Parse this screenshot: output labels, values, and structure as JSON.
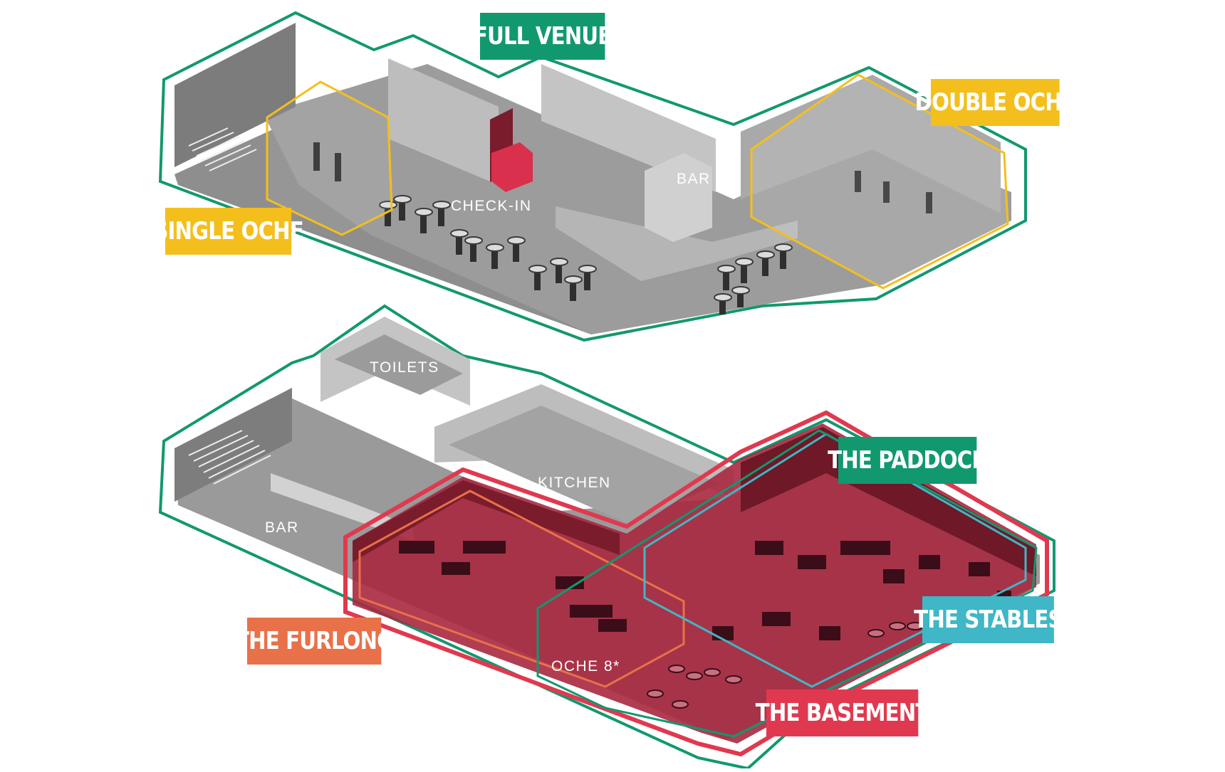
{
  "colors": {
    "green": "#12986f",
    "yellow": "#f4bf1c",
    "orange": "#e8714a",
    "red": "#e0394f",
    "teal": "#3fb7c6",
    "floor": "#9a9a9a",
    "wall": "#c9c9c9",
    "darkwall": "#6f6f6f"
  },
  "upper_floor": {
    "areas": {
      "full_venue": "FULL VENUE",
      "double_oche": "DOUBLE OCHE",
      "single_oche": "SINGLE OCHE"
    },
    "rooms": {
      "check_in": "CHECK-IN",
      "bar": "BAR"
    }
  },
  "lower_floor": {
    "areas": {
      "the_paddock": "THE PADDOCK",
      "the_stables": "THE STABLES",
      "the_furlong": "THE FURLONG",
      "the_basement": "THE BASEMENT"
    },
    "rooms": {
      "toilets": "TOILETS",
      "kitchen": "KITCHEN",
      "bar": "BAR",
      "oche_8": "OCHE 8*"
    }
  }
}
